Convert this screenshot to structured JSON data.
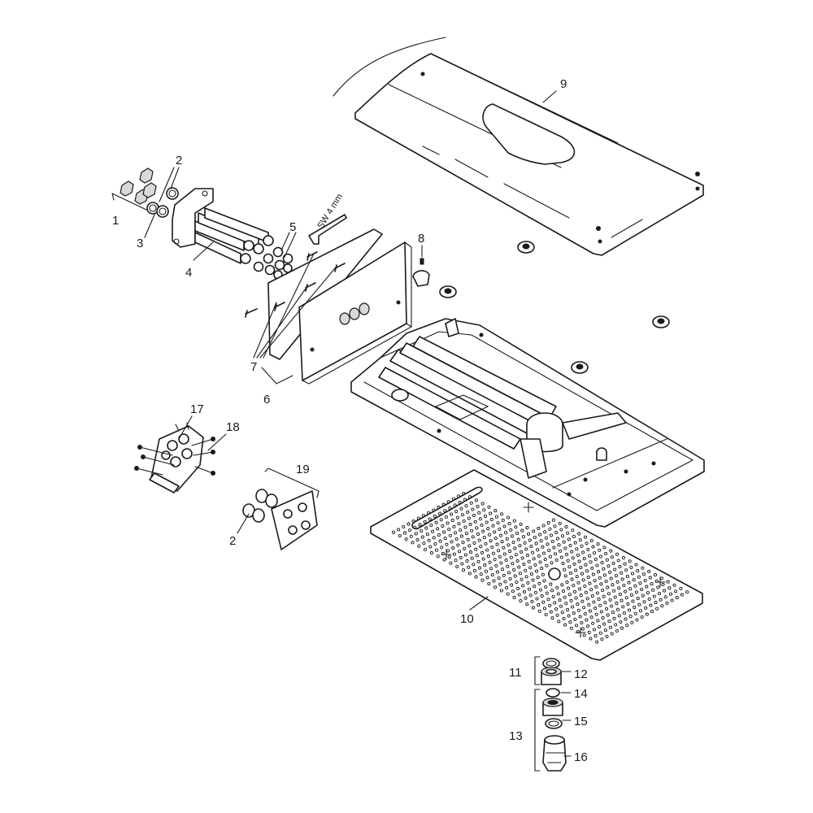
{
  "diagram": {
    "part_numbers": [
      "1",
      "2",
      "3",
      "4",
      "5",
      "6",
      "7",
      "8",
      "9",
      "10",
      "11",
      "12",
      "13",
      "14",
      "15",
      "16",
      "17",
      "18",
      "19",
      "2"
    ],
    "tool_note": "SW 4 mm"
  }
}
